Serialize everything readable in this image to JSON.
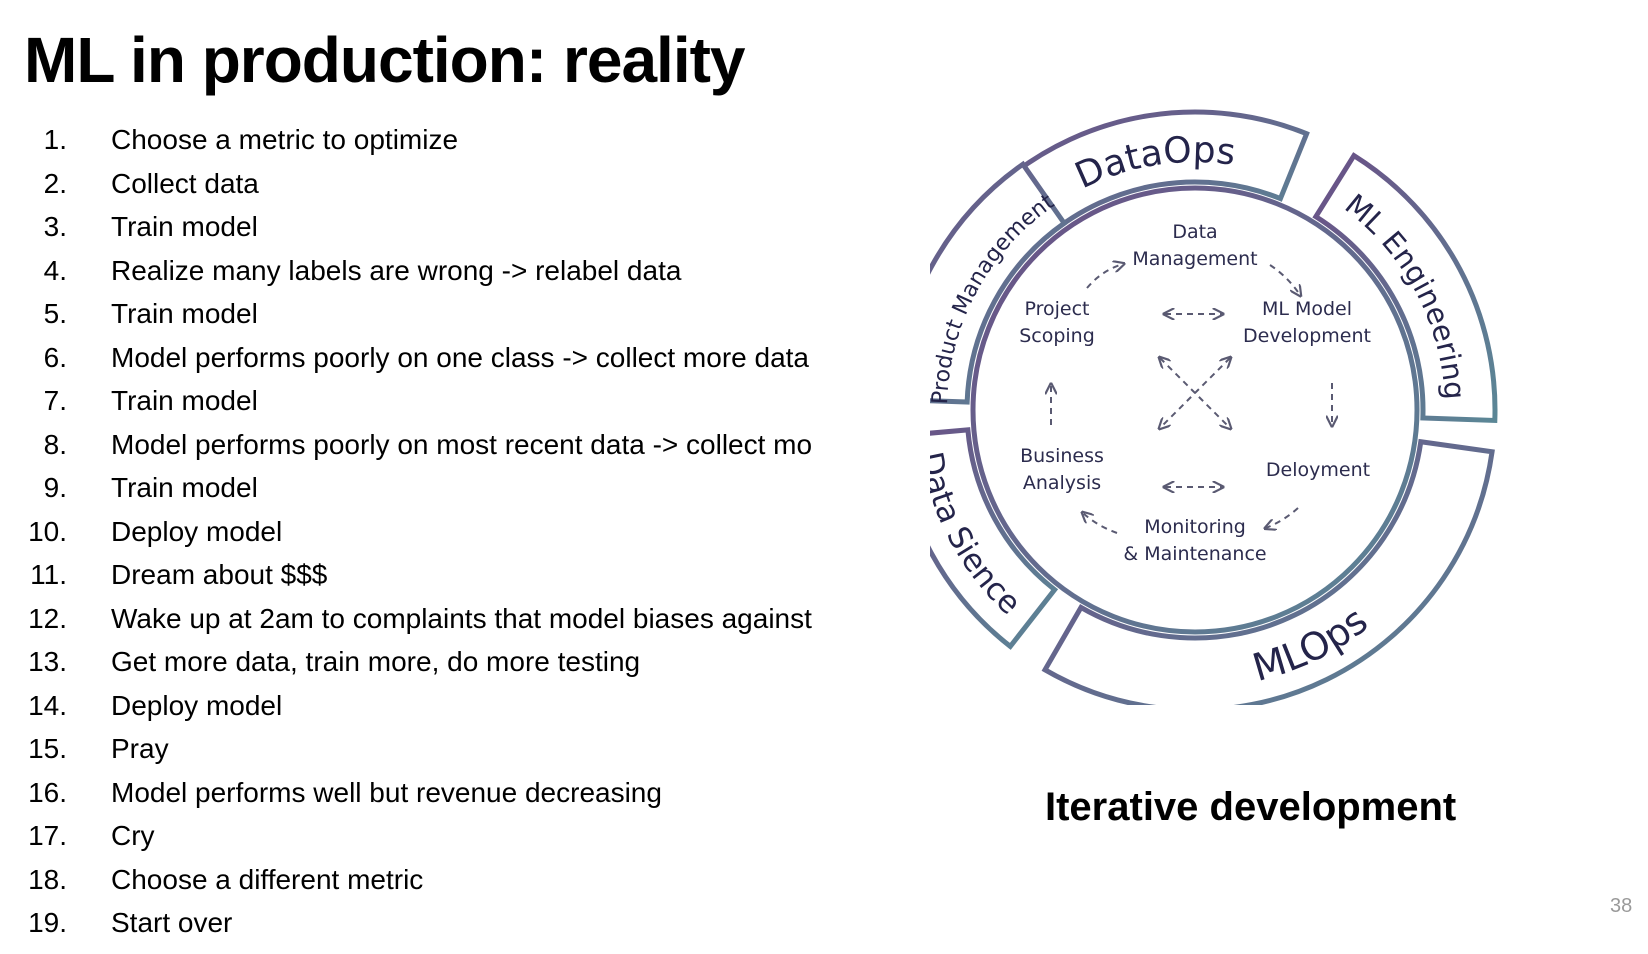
{
  "title": "ML in production: reality",
  "steps": [
    {
      "num": "1.",
      "text": "Choose a metric to optimize"
    },
    {
      "num": "2.",
      "text": "Collect data"
    },
    {
      "num": "3.",
      "text": "Train model"
    },
    {
      "num": "4.",
      "text": "Realize many labels are wrong -> relabel data"
    },
    {
      "num": "5.",
      "text": "Train model"
    },
    {
      "num": "6.",
      "text": "Model performs poorly on one class -> collect more data"
    },
    {
      "num": "7.",
      "text": "Train model"
    },
    {
      "num": "8.",
      "text": "Model performs poorly on most recent data -> collect mo"
    },
    {
      "num": "9.",
      "text": "Train model"
    },
    {
      "num": "10.",
      "text": "Deploy model"
    },
    {
      "num": "11.",
      "text": "Dream about $$$"
    },
    {
      "num": "12.",
      "text": "Wake up at 2am to complaints that model biases against"
    },
    {
      "num": "13.",
      "text": "Get more data, train more, do more testing"
    },
    {
      "num": "14.",
      "text": "Deploy model"
    },
    {
      "num": "15.",
      "text": "Pray"
    },
    {
      "num": "16.",
      "text": "Model performs well but revenue decreasing"
    },
    {
      "num": "17.",
      "text": "Cry"
    },
    {
      "num": "18.",
      "text": "Choose a different metric"
    },
    {
      "num": "19.",
      "text": "Start over"
    }
  ],
  "diagram": {
    "outer_segments": {
      "dataops": "DataOps",
      "ml_engineering": "ML Engineering",
      "mlops": "MLOps",
      "data_science": "Data Sience",
      "product_management": "Product Management"
    },
    "inner_nodes": {
      "data_management": [
        "Data",
        "Management"
      ],
      "ml_model_development": [
        "ML Model",
        "Development"
      ],
      "deployment": [
        "Deloyment"
      ],
      "monitoring": [
        "Monitoring",
        "& Maintenance"
      ],
      "business_analysis": [
        "Business",
        "Analysis"
      ],
      "project_scoping": [
        "Project",
        "Scoping"
      ]
    },
    "segment_colors": [
      "#6a4f86",
      "#5b8796"
    ]
  },
  "caption": "Iterative development",
  "page_number": "38"
}
